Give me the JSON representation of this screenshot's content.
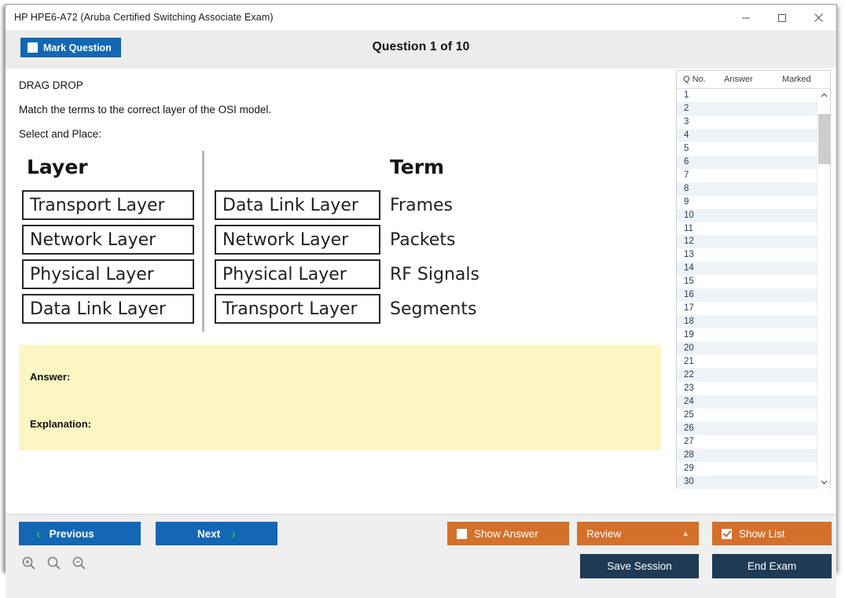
{
  "window": {
    "title": "HP HPE6-A72 (Aruba Certified Switching Associate Exam)",
    "minimize_icon": "minimize-icon",
    "maximize_icon": "maximize-icon",
    "close_icon": "close-icon"
  },
  "toolbar": {
    "mark_question_label": "Mark Question",
    "mark_question_checked": false,
    "question_counter": "Question 1 of 10"
  },
  "question": {
    "type": "DRAG DROP",
    "prompt": "Match the terms to the correct layer of the OSI model.",
    "select_and_place": "Select and Place:",
    "diagram": {
      "left_column_title": "Layer",
      "right_column_title": "Term",
      "left_items": [
        "Transport Layer",
        "Network Layer",
        "Physical Layer",
        "Data Link Layer"
      ],
      "right_items": [
        "Data Link Layer",
        "Network Layer",
        "Physical Layer",
        "Transport Layer"
      ],
      "terms": [
        "Frames",
        "Packets",
        "RF Signals",
        "Segments"
      ]
    }
  },
  "answer_box": {
    "answer_label": "Answer:",
    "answer_value": "",
    "explanation_label": "Explanation:",
    "explanation_value": "",
    "background_color": "#fbf6c2"
  },
  "question_list": {
    "columns": [
      "Q No.",
      "Answer",
      "Marked"
    ],
    "rows": [
      {
        "no": "1",
        "answer": "",
        "marked": ""
      },
      {
        "no": "2",
        "answer": "",
        "marked": ""
      },
      {
        "no": "3",
        "answer": "",
        "marked": ""
      },
      {
        "no": "4",
        "answer": "",
        "marked": ""
      },
      {
        "no": "5",
        "answer": "",
        "marked": ""
      },
      {
        "no": "6",
        "answer": "",
        "marked": ""
      },
      {
        "no": "7",
        "answer": "",
        "marked": ""
      },
      {
        "no": "8",
        "answer": "",
        "marked": ""
      },
      {
        "no": "9",
        "answer": "",
        "marked": ""
      },
      {
        "no": "10",
        "answer": "",
        "marked": ""
      },
      {
        "no": "11",
        "answer": "",
        "marked": ""
      },
      {
        "no": "12",
        "answer": "",
        "marked": ""
      },
      {
        "no": "13",
        "answer": "",
        "marked": ""
      },
      {
        "no": "14",
        "answer": "",
        "marked": ""
      },
      {
        "no": "15",
        "answer": "",
        "marked": ""
      },
      {
        "no": "16",
        "answer": "",
        "marked": ""
      },
      {
        "no": "17",
        "answer": "",
        "marked": ""
      },
      {
        "no": "18",
        "answer": "",
        "marked": ""
      },
      {
        "no": "19",
        "answer": "",
        "marked": ""
      },
      {
        "no": "20",
        "answer": "",
        "marked": ""
      },
      {
        "no": "21",
        "answer": "",
        "marked": ""
      },
      {
        "no": "22",
        "answer": "",
        "marked": ""
      },
      {
        "no": "23",
        "answer": "",
        "marked": ""
      },
      {
        "no": "24",
        "answer": "",
        "marked": ""
      },
      {
        "no": "25",
        "answer": "",
        "marked": ""
      },
      {
        "no": "26",
        "answer": "",
        "marked": ""
      },
      {
        "no": "27",
        "answer": "",
        "marked": ""
      },
      {
        "no": "28",
        "answer": "",
        "marked": ""
      },
      {
        "no": "29",
        "answer": "",
        "marked": ""
      },
      {
        "no": "30",
        "answer": "",
        "marked": ""
      }
    ],
    "scroll_up_glyph": "⌃",
    "scroll_down_glyph": "⌄"
  },
  "footer": {
    "previous_label": "Previous",
    "previous_chevron": "‹",
    "next_label": "Next",
    "next_chevron": "›",
    "show_answer_label": "Show Answer",
    "show_answer_checked": false,
    "review_label": "Review",
    "review_caret": "▲",
    "show_list_label": "Show List",
    "show_list_checked": true,
    "save_session_label": "Save Session",
    "end_exam_label": "End Exam",
    "zoom_in_icon": "zoom-in-icon",
    "zoom_reset_icon": "zoom-reset-icon",
    "zoom_out_icon": "zoom-out-icon"
  },
  "colors": {
    "primary_blue": "#1367b5",
    "accent_orange": "#d4702a",
    "navy": "#1e3a54",
    "chevron_green": "#39b54a",
    "answer_yellow": "#fbf6c2",
    "toolbar_gray": "#ececec",
    "footer_gray": "#efefef"
  }
}
